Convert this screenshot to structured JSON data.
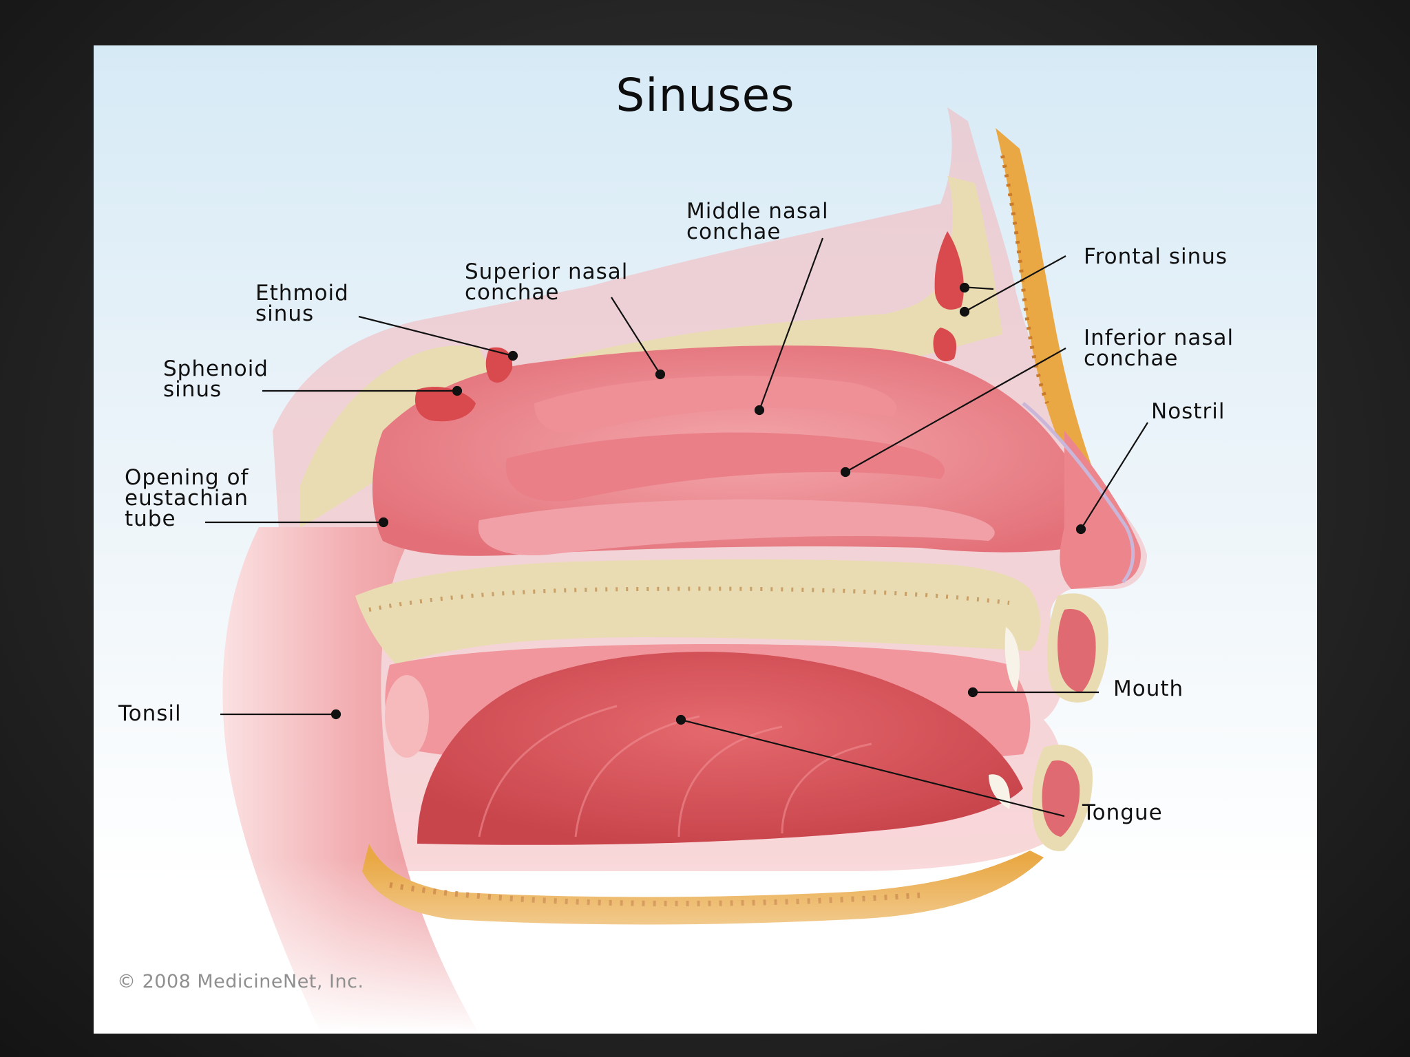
{
  "title": "Sinuses",
  "labels": {
    "middle_nasal_conchae": [
      "Middle nasal",
      "conchae"
    ],
    "superior_nasal_conchae": [
      "Superior nasal",
      "conchae"
    ],
    "ethmoid_sinus": [
      "Ethmoid",
      "sinus"
    ],
    "sphenoid_sinus": [
      "Sphenoid",
      "sinus"
    ],
    "frontal_sinus": [
      "Frontal sinus"
    ],
    "inferior_nasal_conchae": [
      "Inferior nasal",
      "conchae"
    ],
    "nostril": [
      "Nostril"
    ],
    "opening_of_eustachian_tube": [
      "Opening of",
      "eustachian",
      "tube"
    ],
    "tonsil": [
      "Tonsil"
    ],
    "mouth": [
      "Mouth"
    ],
    "tongue": [
      "Tongue"
    ]
  },
  "copyright": "© 2008 MedicineNet, Inc.",
  "colors": {
    "soft_tissue": "#e8707a",
    "mucosa": "#f19aa0",
    "bone": "#eadcb2",
    "marrow": "#e9a844",
    "sinus_cavity": "#d94a4e",
    "background_top": "#d6eaf6"
  }
}
